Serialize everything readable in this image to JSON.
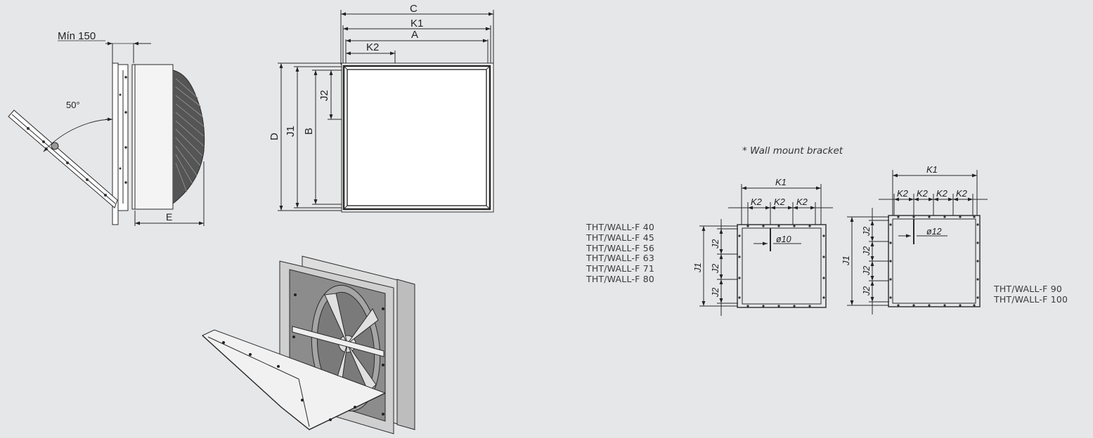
{
  "side_view": {
    "min_label": "Mín 150",
    "angle_label": "50°",
    "e_label": "E"
  },
  "front_view": {
    "c_label": "C",
    "k1_label": "K1",
    "a_label": "A",
    "k2_label": "K2",
    "d_label": "D",
    "j1_label": "J1",
    "b_label": "B",
    "j2_label": "J2"
  },
  "bracket": {
    "note": "* Wall mount bracket",
    "small": {
      "k1": "K1",
      "k2": [
        "K2",
        "K2",
        "K2"
      ],
      "j1": "J1",
      "j2": [
        "J2",
        "J2",
        "J2"
      ],
      "hole": "ø10"
    },
    "large": {
      "k1": "K1",
      "k2": [
        "K2",
        "K2",
        "K2",
        "K2"
      ],
      "j1": "J1",
      "j2": [
        "J2",
        "J2",
        "J2",
        "J2"
      ],
      "hole": "ø12"
    }
  },
  "models_small": [
    "THT/WALL-F 40",
    "THT/WALL-F 45",
    "THT/WALL-F 56",
    "THT/WALL-F 63",
    "THT/WALL-F 71",
    "THT/WALL-F 80"
  ],
  "models_large": [
    "THT/WALL-F 90",
    "THT/WALL-F 100"
  ]
}
